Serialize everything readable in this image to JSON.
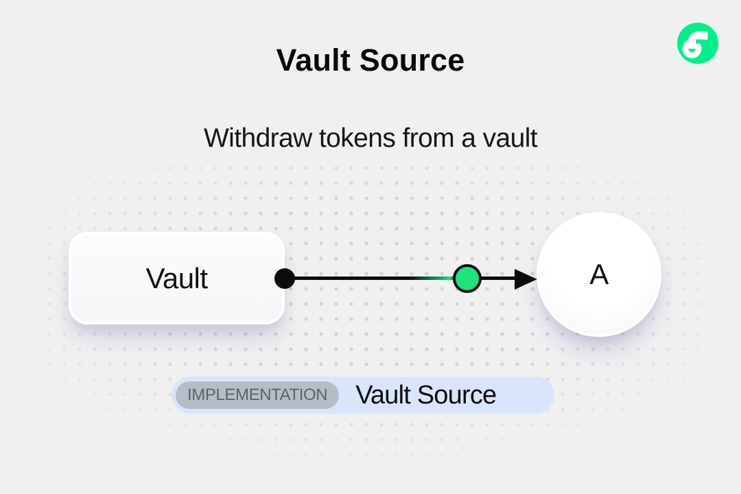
{
  "header": {
    "title": "Vault Source",
    "subtitle": "Withdraw tokens from a vault"
  },
  "logo": {
    "name": "flow-logo",
    "brand_color": "#00ef8b"
  },
  "diagram": {
    "nodes": [
      {
        "id": "vault",
        "label": "Vault",
        "shape": "rounded-rect"
      },
      {
        "id": "a",
        "label": "A",
        "shape": "circle"
      }
    ],
    "edge": {
      "from": "vault",
      "to": "a",
      "direction": "right",
      "line_color": "#0c0c0c",
      "token_dot_color": "#1ee27c"
    }
  },
  "caption": {
    "badge": "IMPLEMENTATION",
    "label": "Vault Source",
    "pill_bg": "#d9e5fb",
    "badge_bg": "#b6bdc7",
    "badge_text_color": "#5b626c"
  },
  "background": {
    "color": "#f0f0f1",
    "dot_color": "#d1d2d6"
  }
}
